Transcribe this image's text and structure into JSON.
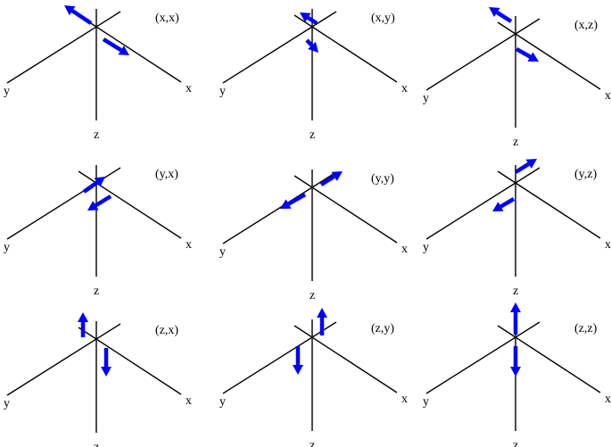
{
  "arrow_color": "#0000ff",
  "axis_color": "#000000",
  "panels": [
    {
      "label": "(x,x)",
      "axes": {
        "x": "x",
        "y": "y",
        "z": "z"
      },
      "vector": "x"
    },
    {
      "label": "(x,y)",
      "axes": {
        "x": "x",
        "y": "y",
        "z": "z"
      },
      "vector": "x"
    },
    {
      "label": "(x,z)",
      "axes": {
        "x": "x",
        "y": "y",
        "z": "z"
      },
      "vector": "x"
    },
    {
      "label": "(y,x)",
      "axes": {
        "x": "x",
        "y": "y",
        "z": "z"
      },
      "vector": "y"
    },
    {
      "label": "(y,y)",
      "axes": {
        "x": "x",
        "y": "y",
        "z": "z"
      },
      "vector": "y"
    },
    {
      "label": "(y,z)",
      "axes": {
        "x": "x",
        "y": "y",
        "z": "z"
      },
      "vector": "y"
    },
    {
      "label": "(z,x)",
      "axes": {
        "x": "x",
        "y": "y",
        "z": "z"
      },
      "vector": "z"
    },
    {
      "label": "(z,y)",
      "axes": {
        "x": "x",
        "y": "y",
        "z": "z"
      },
      "vector": "z"
    },
    {
      "label": "(z,z)",
      "axes": {
        "x": "x",
        "y": "y",
        "z": "z"
      },
      "vector": "z"
    }
  ]
}
